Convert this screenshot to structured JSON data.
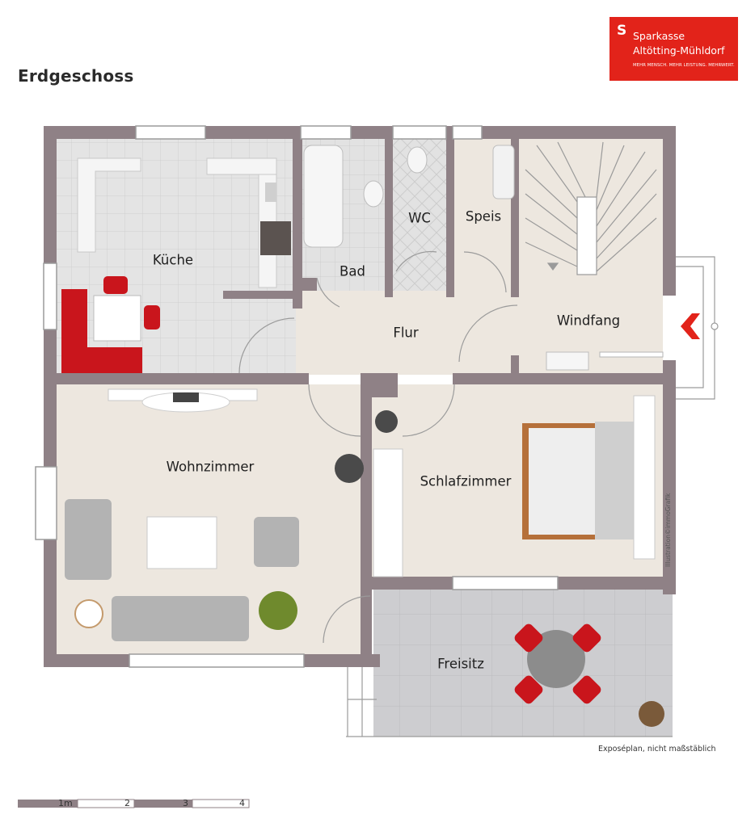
{
  "title": "Erdgeschoss",
  "logo": {
    "mark": "S",
    "line1": "Sparkasse",
    "line2": "Altötting-Mühldorf",
    "slogan": "MEHR MENSCH. MEHR LEISTUNG. MEHRWERT."
  },
  "rooms": {
    "kueche": "Küche",
    "bad": "Bad",
    "wc": "WC",
    "speis": "Speis",
    "windfang": "Windfang",
    "flur": "Flur",
    "wohnzimmer": "Wohnzimmer",
    "schlafzimmer": "Schlafzimmer",
    "freisitz": "Freisitz"
  },
  "note": "Exposéplan, nicht maßstäblich",
  "credit": "Illustration©immoGrafik",
  "scale": {
    "labels": [
      "1m",
      "2",
      "3",
      "4"
    ]
  },
  "colors": {
    "wall": "#8f8186",
    "floor": "#ede7df",
    "tile": "#e3e3e3",
    "terrace": "#cfcfd1",
    "accent": "#e2231a",
    "bed_frame": "#b5703a"
  }
}
